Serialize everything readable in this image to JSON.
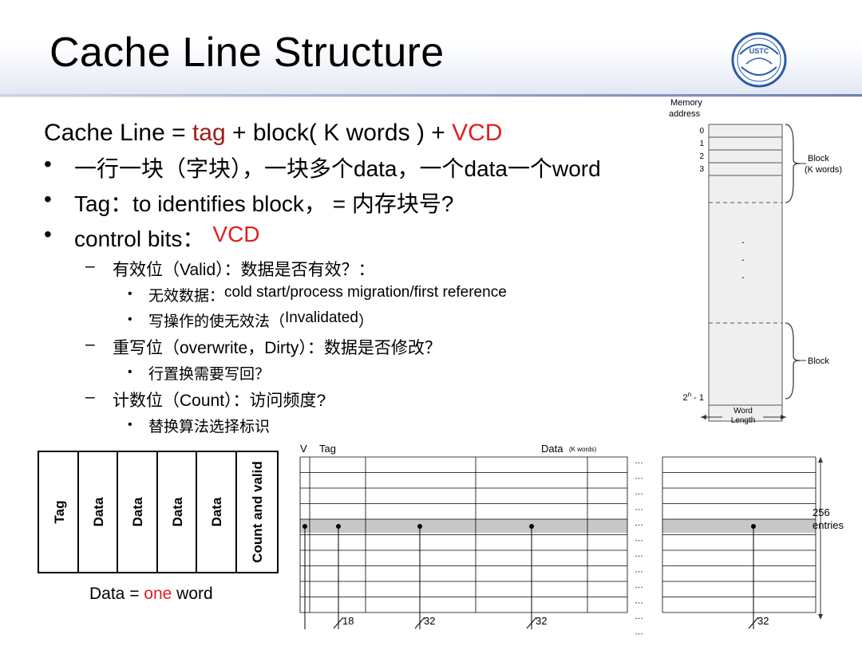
{
  "slide": {
    "title": "Cache Line Structure",
    "logo": {
      "icon": "university-seal-icon",
      "text": "USTC",
      "accent": "#2b5aa8"
    }
  },
  "bullets": {
    "line0": {
      "prefix": "Cache Line = ",
      "tag": "tag",
      "middle": " + block( K words ) + ",
      "vcd": "VCD"
    },
    "b1": {
      "text": "一行一块（字块），一块多个data，一个data一个word"
    },
    "b2": {
      "text": "Tag：to identifies block， = 内存块号?"
    },
    "b3": {
      "label": "control bits：",
      "vcd": "VCD"
    },
    "valid": {
      "label": "有效位（Valid）：",
      "q": "数据是否有效？：",
      "s1_prefix": "无效数据：",
      "s1_text": "cold start/process migration/first reference",
      "s2_prefix": "写操作的使无效法（",
      "s2_word": "Invalidated",
      "s2_suffix": "）"
    },
    "dirty": {
      "label": "重写位（overwrite，Dirty）：",
      "q": "数据是否修改？",
      "s1": "行置换需要写回？"
    },
    "count": {
      "label": "计数位（Count）：访问频度?",
      "s1": "替换算法选择标识"
    }
  },
  "memory_diagram": {
    "title_line1": "Memory",
    "title_line2": "address",
    "addresses": [
      "0",
      "1",
      "2",
      "3"
    ],
    "last_address_base": "2",
    "last_address_exp": "n",
    "last_address_suffix": " - 1",
    "brace1_line1": "Block",
    "brace1_line2": "(K words)",
    "brace2": "Block",
    "ellipsis": ".",
    "width_line1": "Word",
    "width_line2": "Length"
  },
  "cache_line_diagram": {
    "fields": [
      "Tag",
      "Data",
      "Data",
      "Data",
      "Data",
      "Count and valid"
    ],
    "caption_prefix": "Data = ",
    "caption_em": "one",
    "caption_suffix": " word"
  },
  "cache_array_diagram": {
    "col_v": "V",
    "col_tag": "Tag",
    "col_data": "Data",
    "col_data_note": "(K words)",
    "ellipsis": "…",
    "entries_line1": "256",
    "entries_line2": "entries",
    "widths": [
      "18",
      "32",
      "32",
      "32"
    ],
    "highlight_color": "#c8c8c8"
  }
}
